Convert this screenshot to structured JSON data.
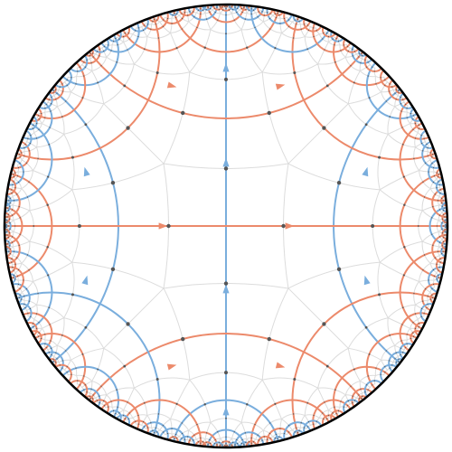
{
  "diagram": {
    "kind": "Poincaré disk tiling with geodesics",
    "colors": {
      "boundary": "#000000",
      "grid": "#dcdcdc",
      "geodesic_blue": "#7aaedd",
      "geodesic_orange": "#ec8a6b",
      "vertex": "#555555"
    },
    "tiling": {
      "p": 4,
      "q": 5,
      "depth": 5
    },
    "arrow_marks": "arrow-triangle"
  }
}
